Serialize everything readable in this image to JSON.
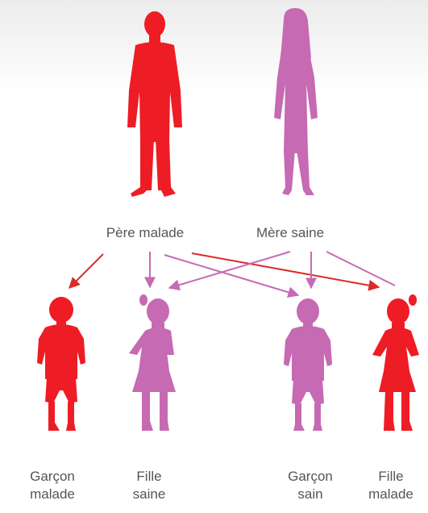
{
  "colors": {
    "affected": "#ee1c25",
    "healthy": "#c66ab3",
    "arrow_affected": "#dd2a2a",
    "arrow_healthy": "#c66ab3"
  },
  "parents": {
    "father": {
      "label": "Père malade",
      "status": "affected",
      "icon": "man-silhouette-icon"
    },
    "mother": {
      "label": "Mère saine",
      "status": "healthy",
      "icon": "woman-silhouette-icon"
    }
  },
  "children": [
    {
      "line1": "Garçon",
      "line2": "malade",
      "status": "affected",
      "icon": "boy-silhouette-icon"
    },
    {
      "line1": "Fille",
      "line2": "saine",
      "status": "healthy",
      "icon": "girl-silhouette-icon"
    },
    {
      "line1": "Garçon",
      "line2": "sain",
      "status": "healthy",
      "icon": "boy-silhouette-icon"
    },
    {
      "line1": "Fille",
      "line2": "malade",
      "status": "affected",
      "icon": "girl-silhouette-icon"
    }
  ],
  "edges": [
    {
      "from": "father",
      "to": 0,
      "status": "affected"
    },
    {
      "from": "father",
      "to": 1,
      "status": "healthy"
    },
    {
      "from": "father",
      "to": 2,
      "status": "healthy"
    },
    {
      "from": "father",
      "to": 3,
      "status": "affected"
    },
    {
      "from": "mother",
      "to": 1,
      "status": "healthy"
    },
    {
      "from": "mother",
      "to": 2,
      "status": "healthy"
    },
    {
      "from": "mother",
      "to": 3,
      "status": "healthy"
    }
  ]
}
